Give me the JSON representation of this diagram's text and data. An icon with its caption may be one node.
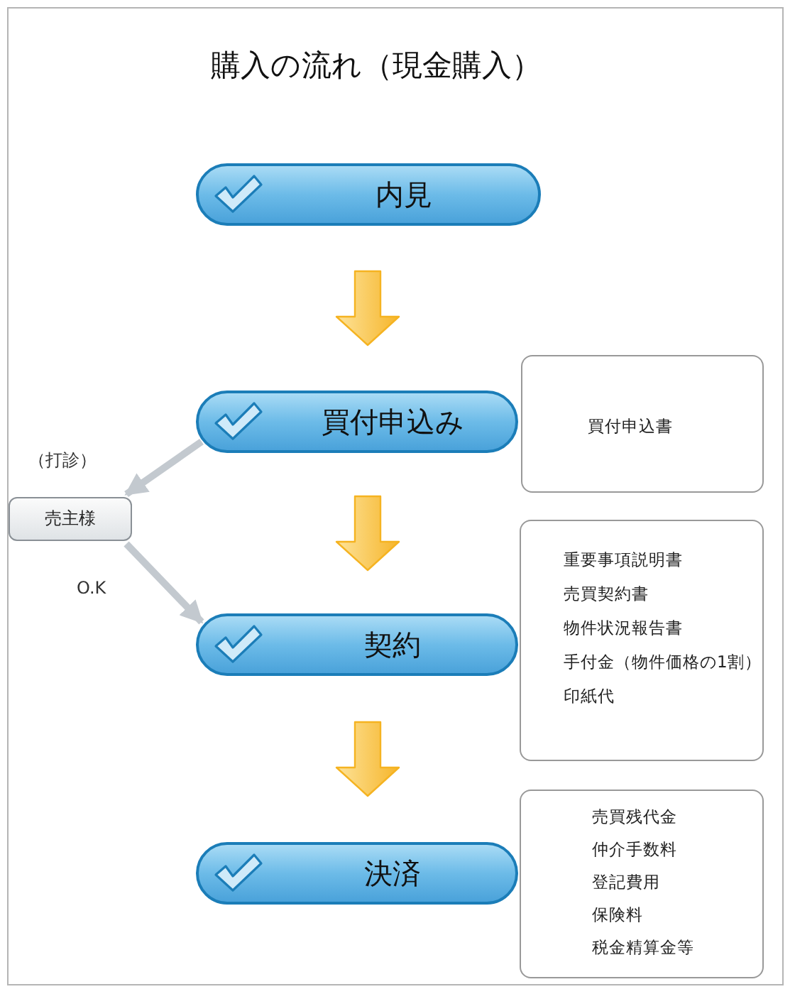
{
  "diagram": {
    "title": "購入の流れ（現金購入）",
    "nodes": [
      {
        "text": [
          "内見"
        ]
      },
      {
        "text": [
          "買付申込み"
        ]
      },
      {
        "text": [
          "買付申込書"
        ]
      },
      {
        "text": [
          "売主様"
        ]
      },
      {
        "text": [
          "契約"
        ]
      },
      {
        "text": [
          "重要事項説明書",
          "売買契約書",
          "物件状況報告書",
          "手付金（物件価格の1割）",
          "印紙代"
        ]
      },
      {
        "text": [
          "決済"
        ]
      },
      {
        "text": [
          "売買残代金",
          "仲介手数料",
          "登記費用",
          "保険料",
          "税金精算金等"
        ]
      }
    ],
    "edges": [
      {
        "from": 0,
        "to": 1,
        "arrow": "to",
        "style": "thick",
        "color": "#f5b321"
      },
      {
        "from": 1,
        "to": 3,
        "label": "（打診）",
        "arrow": "to"
      },
      {
        "from": 3,
        "to": 4,
        "label": "O.K",
        "arrow": "to"
      },
      {
        "from": 1,
        "to": 4,
        "arrow": "to",
        "style": "thick",
        "color": "#f5b321"
      },
      {
        "from": 4,
        "to": 6,
        "arrow": "to",
        "style": "thick",
        "color": "#f5b321"
      }
    ]
  }
}
